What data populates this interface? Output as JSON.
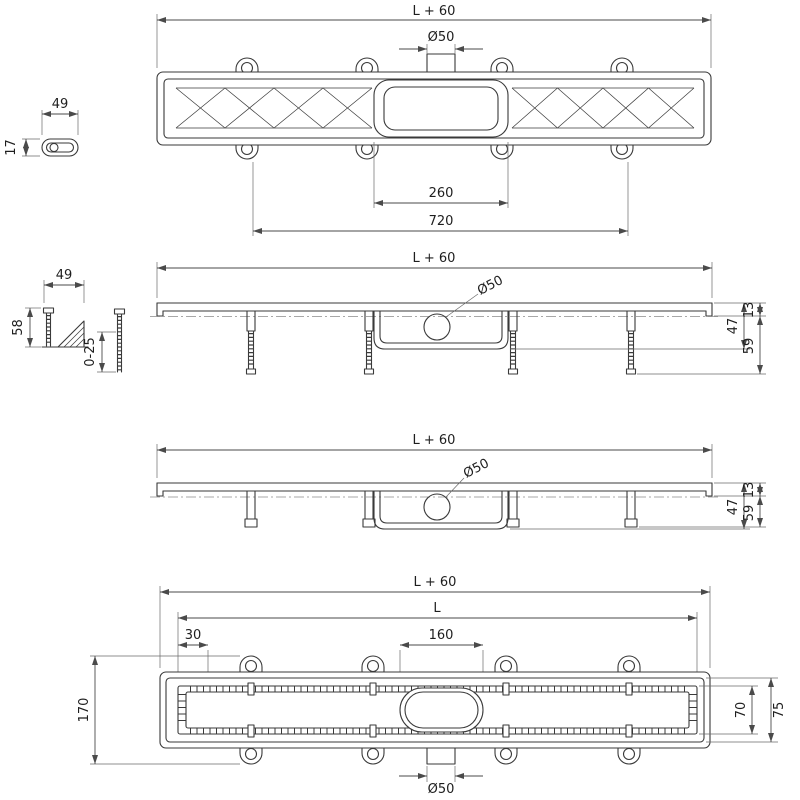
{
  "colors": {
    "line": "#3a3a3a",
    "dim": "#4a4a4a",
    "background": "#ffffff",
    "text": "#1e1e1e"
  },
  "views": {
    "top_assembly": {
      "length": "L + 60",
      "drain_dia": "Ø50",
      "clip_width": "49",
      "clip_height": "17",
      "trap_length": "260",
      "span": "720"
    },
    "side_adjustable": {
      "length": "L + 60",
      "drain_dia": "Ø50",
      "foot_width": "49",
      "foot_height": "58",
      "adjustment": "0-25",
      "depth_top": "13",
      "depth_mid": "47",
      "depth_total": "59"
    },
    "side_fixed": {
      "length": "L + 60",
      "drain_dia": "Ø50",
      "depth_top": "13",
      "depth_mid": "47",
      "depth_total": "59"
    },
    "plan": {
      "length_outer": "L + 60",
      "length_inner": "L",
      "edge_offset": "30",
      "outlet_length": "160",
      "width_overall": "170",
      "width_inner": "70",
      "width_body": "75",
      "outlet_dia": "Ø50"
    }
  }
}
